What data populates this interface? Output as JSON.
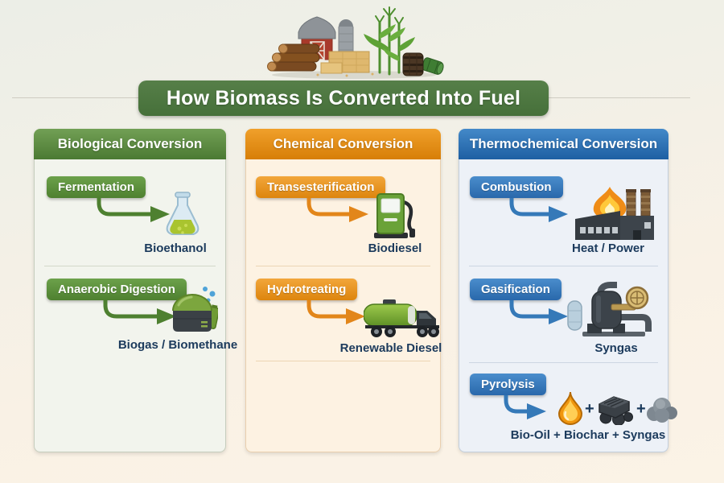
{
  "page": {
    "title": "How Biomass Is Converted Into Fuel"
  },
  "misc": {
    "plus": "+"
  },
  "colors": {
    "biological_accent": "#4e8030",
    "chemical_accent": "#dd850e",
    "thermochemical_accent": "#2968ab",
    "product_label_text": "#1b3a5c",
    "title_banner_green": "#4b7540",
    "background_top": "#eceee7",
    "background_bottom": "#fbf3e6"
  },
  "illustration": {
    "name": "farm-biomass-illustration",
    "elements": [
      "logs",
      "barn",
      "silo",
      "hay-bales",
      "corn-stalks",
      "barrel",
      "green-keg"
    ]
  },
  "columns": [
    {
      "title": "Biological Conversion",
      "items": [
        {
          "process": "Fermentation",
          "product": "Bioethanol",
          "icon": "flask-icon"
        },
        {
          "process": "Anaerobic Digestion",
          "product": "Biogas / Biomethane",
          "icon": "digester-icon"
        }
      ]
    },
    {
      "title": "Chemical Conversion",
      "items": [
        {
          "process": "Transesterification",
          "product": "Biodiesel",
          "icon": "fuel-pump-icon"
        },
        {
          "process": "Hydrotreating",
          "product": "Renewable Diesel",
          "icon": "tanker-truck-icon"
        }
      ]
    },
    {
      "title": "Thermochemical Conversion",
      "items": [
        {
          "process": "Combustion",
          "product": "Heat / Power",
          "icon": "factory-fire-icon"
        },
        {
          "process": "Gasification",
          "product": "Syngas",
          "icon": "gasifier-icon"
        },
        {
          "process": "Pyrolysis",
          "product": "Bio-Oil + Biochar + Syngas",
          "icon": "oil-drop-icon biochar-icon syngas-cloud-icon"
        }
      ]
    }
  ]
}
